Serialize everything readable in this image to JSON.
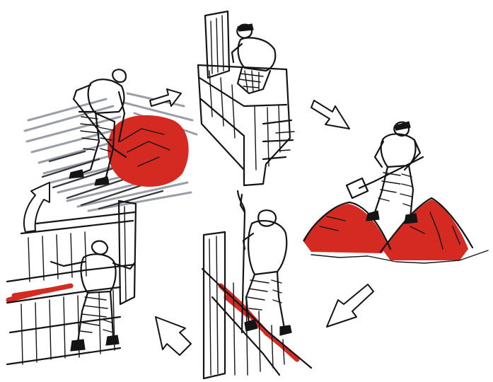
{
  "image": {
    "colors": {
      "ink": "#141414",
      "accent_red": "#d42a22",
      "shading_grey": "#9a9ea6",
      "paper": "#ffffff"
    },
    "panels": [
      "shoveling-on-shaded-ground",
      "worker-over-railing",
      "shoveling-red-piles",
      "worker-at-red-wall-with-pole",
      "worker-at-red-ledge"
    ],
    "arrows": [
      "arrow-right-up",
      "arrow-down-right",
      "arrow-down-left",
      "arrow-up-left",
      "arrow-up-curved"
    ]
  }
}
